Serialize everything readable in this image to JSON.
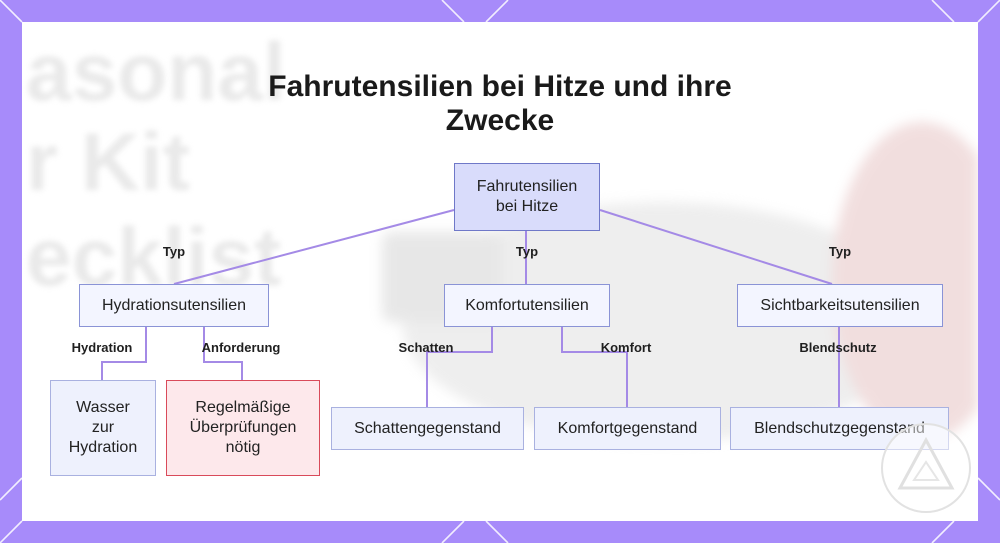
{
  "title": {
    "line1": "Fahrutensilien bei Hitze und ihre",
    "line2": "Zwecke"
  },
  "background_words": [
    "asonal",
    "r Kit",
    "ecklist"
  ],
  "colors": {
    "frame": "#a78bfa",
    "edge": "#a48ae6",
    "node_border": "#8a93d6",
    "warn_border": "#d94a5a"
  },
  "nodes": {
    "root": "Fahrutensilien\nbei Hitze",
    "hydration": "Hydrationsutensilien",
    "comfort": "Komfortutensilien",
    "visibility": "Sichtbarkeitsutensilien",
    "water": "Wasser\nzur\nHydration",
    "checks": "Regelmäßige\nÜberprüfungen\nnötig",
    "shade": "Schattengegenstand",
    "comfort_item": "Komfortgegenstand",
    "glare": "Blendschutzgegenstand"
  },
  "edge_labels": {
    "typ1": "Typ",
    "typ2": "Typ",
    "typ3": "Typ",
    "hydration": "Hydration",
    "requirement": "Anforderung",
    "shade": "Schatten",
    "comfort": "Komfort",
    "glare": "Blendschutz"
  },
  "badge_icon": "warning-triangle-icon"
}
